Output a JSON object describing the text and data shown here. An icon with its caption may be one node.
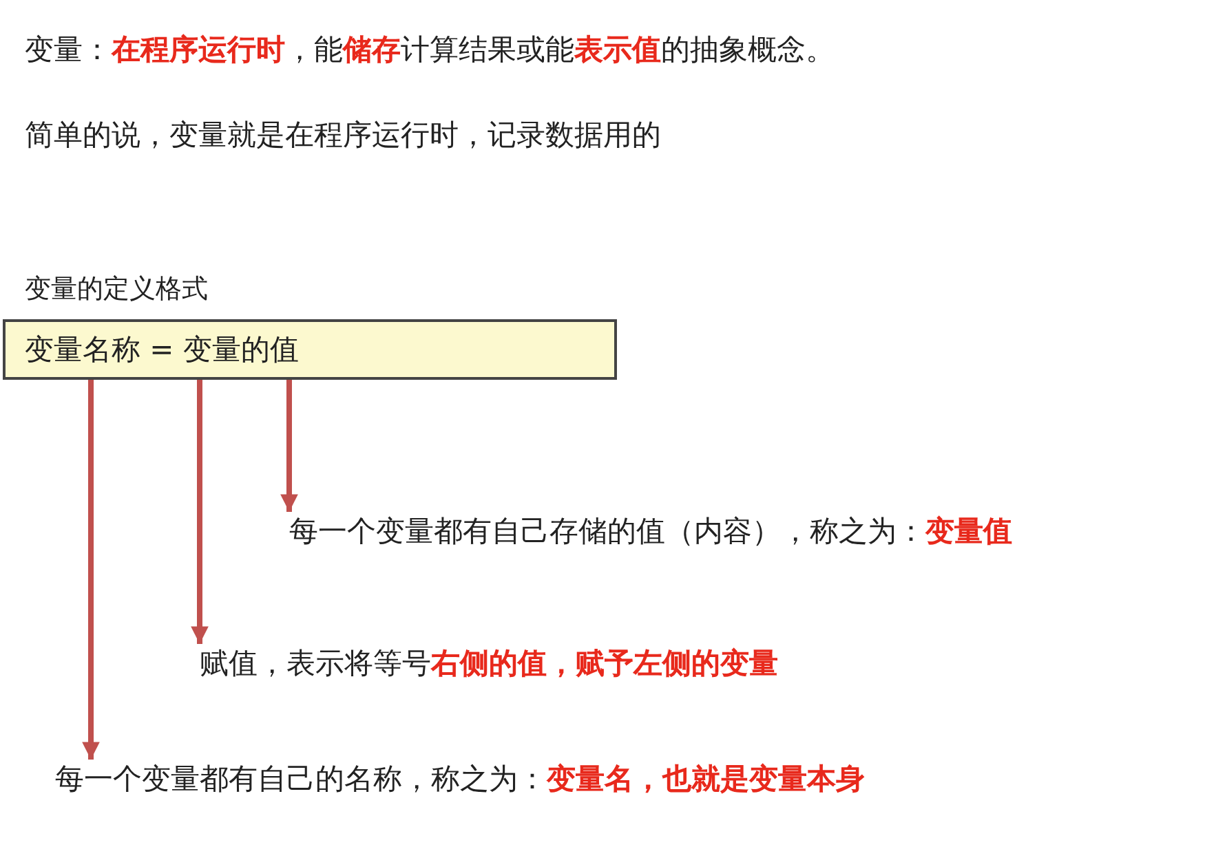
{
  "diagram": {
    "nodes": [
      {
        "text": [
          "变量名称 = 变量的值"
        ]
      },
      {
        "text": [
          "每一个变量都有自己存储的值（内容），称之为：**变量值**"
        ]
      },
      {
        "text": [
          "赋值，表示将等号**右侧的值，赋予左侧的变量**"
        ]
      },
      {
        "text": [
          "每一个变量都有自己的名称，称之为：**变量名，也就是变量本身**"
        ]
      }
    ],
    "edges": [
      {
        "from": 0,
        "to": 1,
        "arrow": "to"
      },
      {
        "from": 0,
        "to": 2,
        "arrow": "to"
      },
      {
        "from": 0,
        "to": 3,
        "arrow": "to"
      }
    ],
    "labels": [
      "变量：**在程序运行时**，能**储存**计算结果或能**表示值**的抽象概念。",
      "简单的说，变量就是在程序运行时，记录数据用的",
      "变量的定义格式"
    ]
  }
}
